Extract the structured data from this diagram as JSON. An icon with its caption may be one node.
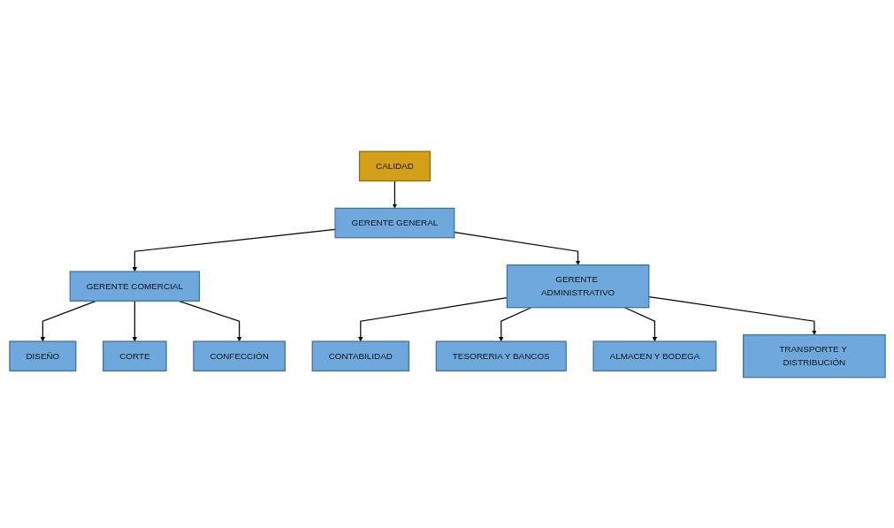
{
  "diagram": {
    "nodes": [
      {
        "text": [
          "GERENTE GENERAL"
        ]
      },
      {
        "text": [
          "CALIDAD"
        ]
      },
      {
        "text": [
          "GERENTE COMERCIAL"
        ]
      },
      {
        "text": [
          "GERENTE ADMINISTRATIVO"
        ]
      },
      {
        "text": [
          "DISEÑO"
        ]
      },
      {
        "text": [
          "CORTE"
        ]
      },
      {
        "text": [
          "CONFECCIÓN"
        ]
      },
      {
        "text": [
          "CONTABILIDAD"
        ]
      },
      {
        "text": [
          "TESORERIA Y BANCOS"
        ]
      },
      {
        "text": [
          "ALMACEN Y BODEGA"
        ]
      },
      {
        "text": [
          "TRANSPORTE Y DISTRIBUCIÓN"
        ]
      }
    ],
    "edges": [
      {
        "from": 1,
        "to": 0,
        "arrow": "to"
      },
      {
        "from": 0,
        "to": 2,
        "arrow": "to"
      },
      {
        "from": 0,
        "to": 3,
        "arrow": "to"
      },
      {
        "from": 2,
        "to": 4,
        "arrow": "to"
      },
      {
        "from": 2,
        "to": 5,
        "arrow": "to"
      },
      {
        "from": 2,
        "to": 6,
        "arrow": "to"
      },
      {
        "from": 3,
        "to": 7,
        "arrow": "to"
      },
      {
        "from": 3,
        "to": 8,
        "arrow": "to"
      },
      {
        "from": 3,
        "to": 9,
        "arrow": "to"
      },
      {
        "from": 3,
        "to": 10,
        "arrow": "to"
      }
    ]
  }
}
